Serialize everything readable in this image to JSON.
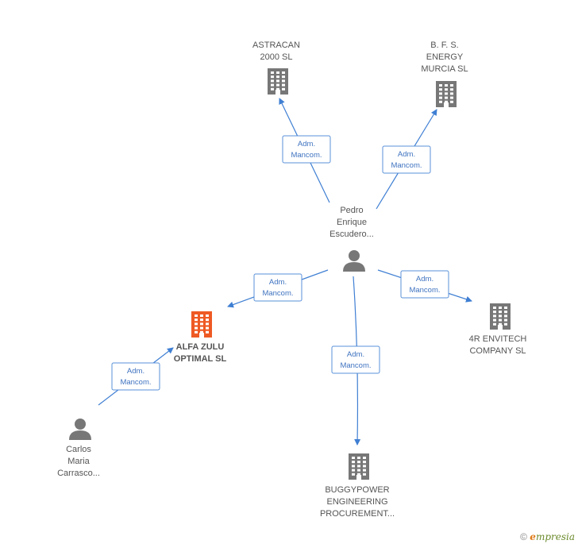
{
  "nodes": {
    "astracan": {
      "type": "company",
      "highlight": false,
      "lines": [
        "ASTRACAN",
        "2000 SL"
      ]
    },
    "bfs": {
      "type": "company",
      "highlight": false,
      "lines": [
        "B. F. S.",
        "ENERGY",
        "MURCIA SL"
      ]
    },
    "pedro": {
      "type": "person",
      "lines": [
        "Pedro",
        "Enrique",
        "Escudero..."
      ]
    },
    "alfa": {
      "type": "company",
      "highlight": true,
      "lines": [
        "ALFA ZULU",
        "OPTIMAL SL"
      ]
    },
    "envitech": {
      "type": "company",
      "highlight": false,
      "lines": [
        "4R ENVITECH",
        "COMPANY SL"
      ]
    },
    "carlos": {
      "type": "person",
      "lines": [
        "Carlos",
        "Maria",
        "Carrasco..."
      ]
    },
    "buggy": {
      "type": "company",
      "highlight": false,
      "lines": [
        "BUGGYPOWER",
        "ENGINEERING",
        "PROCUREMENT..."
      ]
    }
  },
  "edges": [
    {
      "id": "pedro-astracan",
      "lines": [
        "Adm.",
        "Mancom."
      ]
    },
    {
      "id": "pedro-bfs",
      "lines": [
        "Adm.",
        "Mancom."
      ]
    },
    {
      "id": "pedro-alfa",
      "lines": [
        "Adm.",
        "Mancom."
      ]
    },
    {
      "id": "pedro-envitech",
      "lines": [
        "Adm.",
        "Mancom."
      ]
    },
    {
      "id": "pedro-buggy",
      "lines": [
        "Adm.",
        "Mancom."
      ]
    },
    {
      "id": "carlos-alfa",
      "lines": [
        "Adm.",
        "Mancom."
      ]
    }
  ],
  "colors": {
    "company": "#777777",
    "company_highlight": "#ee5a24",
    "person": "#777777",
    "edge": "#3f7fd3"
  },
  "footer": {
    "copyright": "©",
    "brand_initial": "e",
    "brand_rest": "mpresia"
  }
}
